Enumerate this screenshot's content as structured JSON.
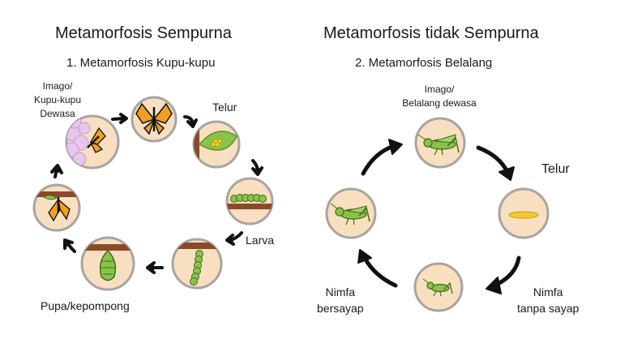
{
  "left": {
    "title": "Metamorfosis Sempurna",
    "subtitle": "1. Metamorfosis Kupu-kupu",
    "labels": {
      "imago": [
        "Imago/",
        "Kupu-kupu",
        "Dewasa"
      ],
      "telur": "Telur",
      "larva": "Larva",
      "pupa": "Pupa/kepompong"
    }
  },
  "right": {
    "title": "Metamorfosis tidak Sempurna",
    "subtitle": "2. Metamorfosis Belalang",
    "labels": {
      "imago": [
        "Imago/",
        "Belalang dewasa"
      ],
      "telur": "Telur",
      "nimfa_tanpa": [
        "Nimfa",
        "tanpa sayap"
      ],
      "nimfa_bersayap": [
        "Nimfa",
        "bersayap"
      ]
    }
  },
  "colors": {
    "circle_fill": "#f8dfc0",
    "circle_stroke": "#a8a4a2",
    "branch": "#8a4a2a",
    "leaf": "#8bc34a",
    "grasshopper": "#8bc34a",
    "butterfly": "#f0a020",
    "arrow": "#111111",
    "flower": "#e8c6ec"
  }
}
